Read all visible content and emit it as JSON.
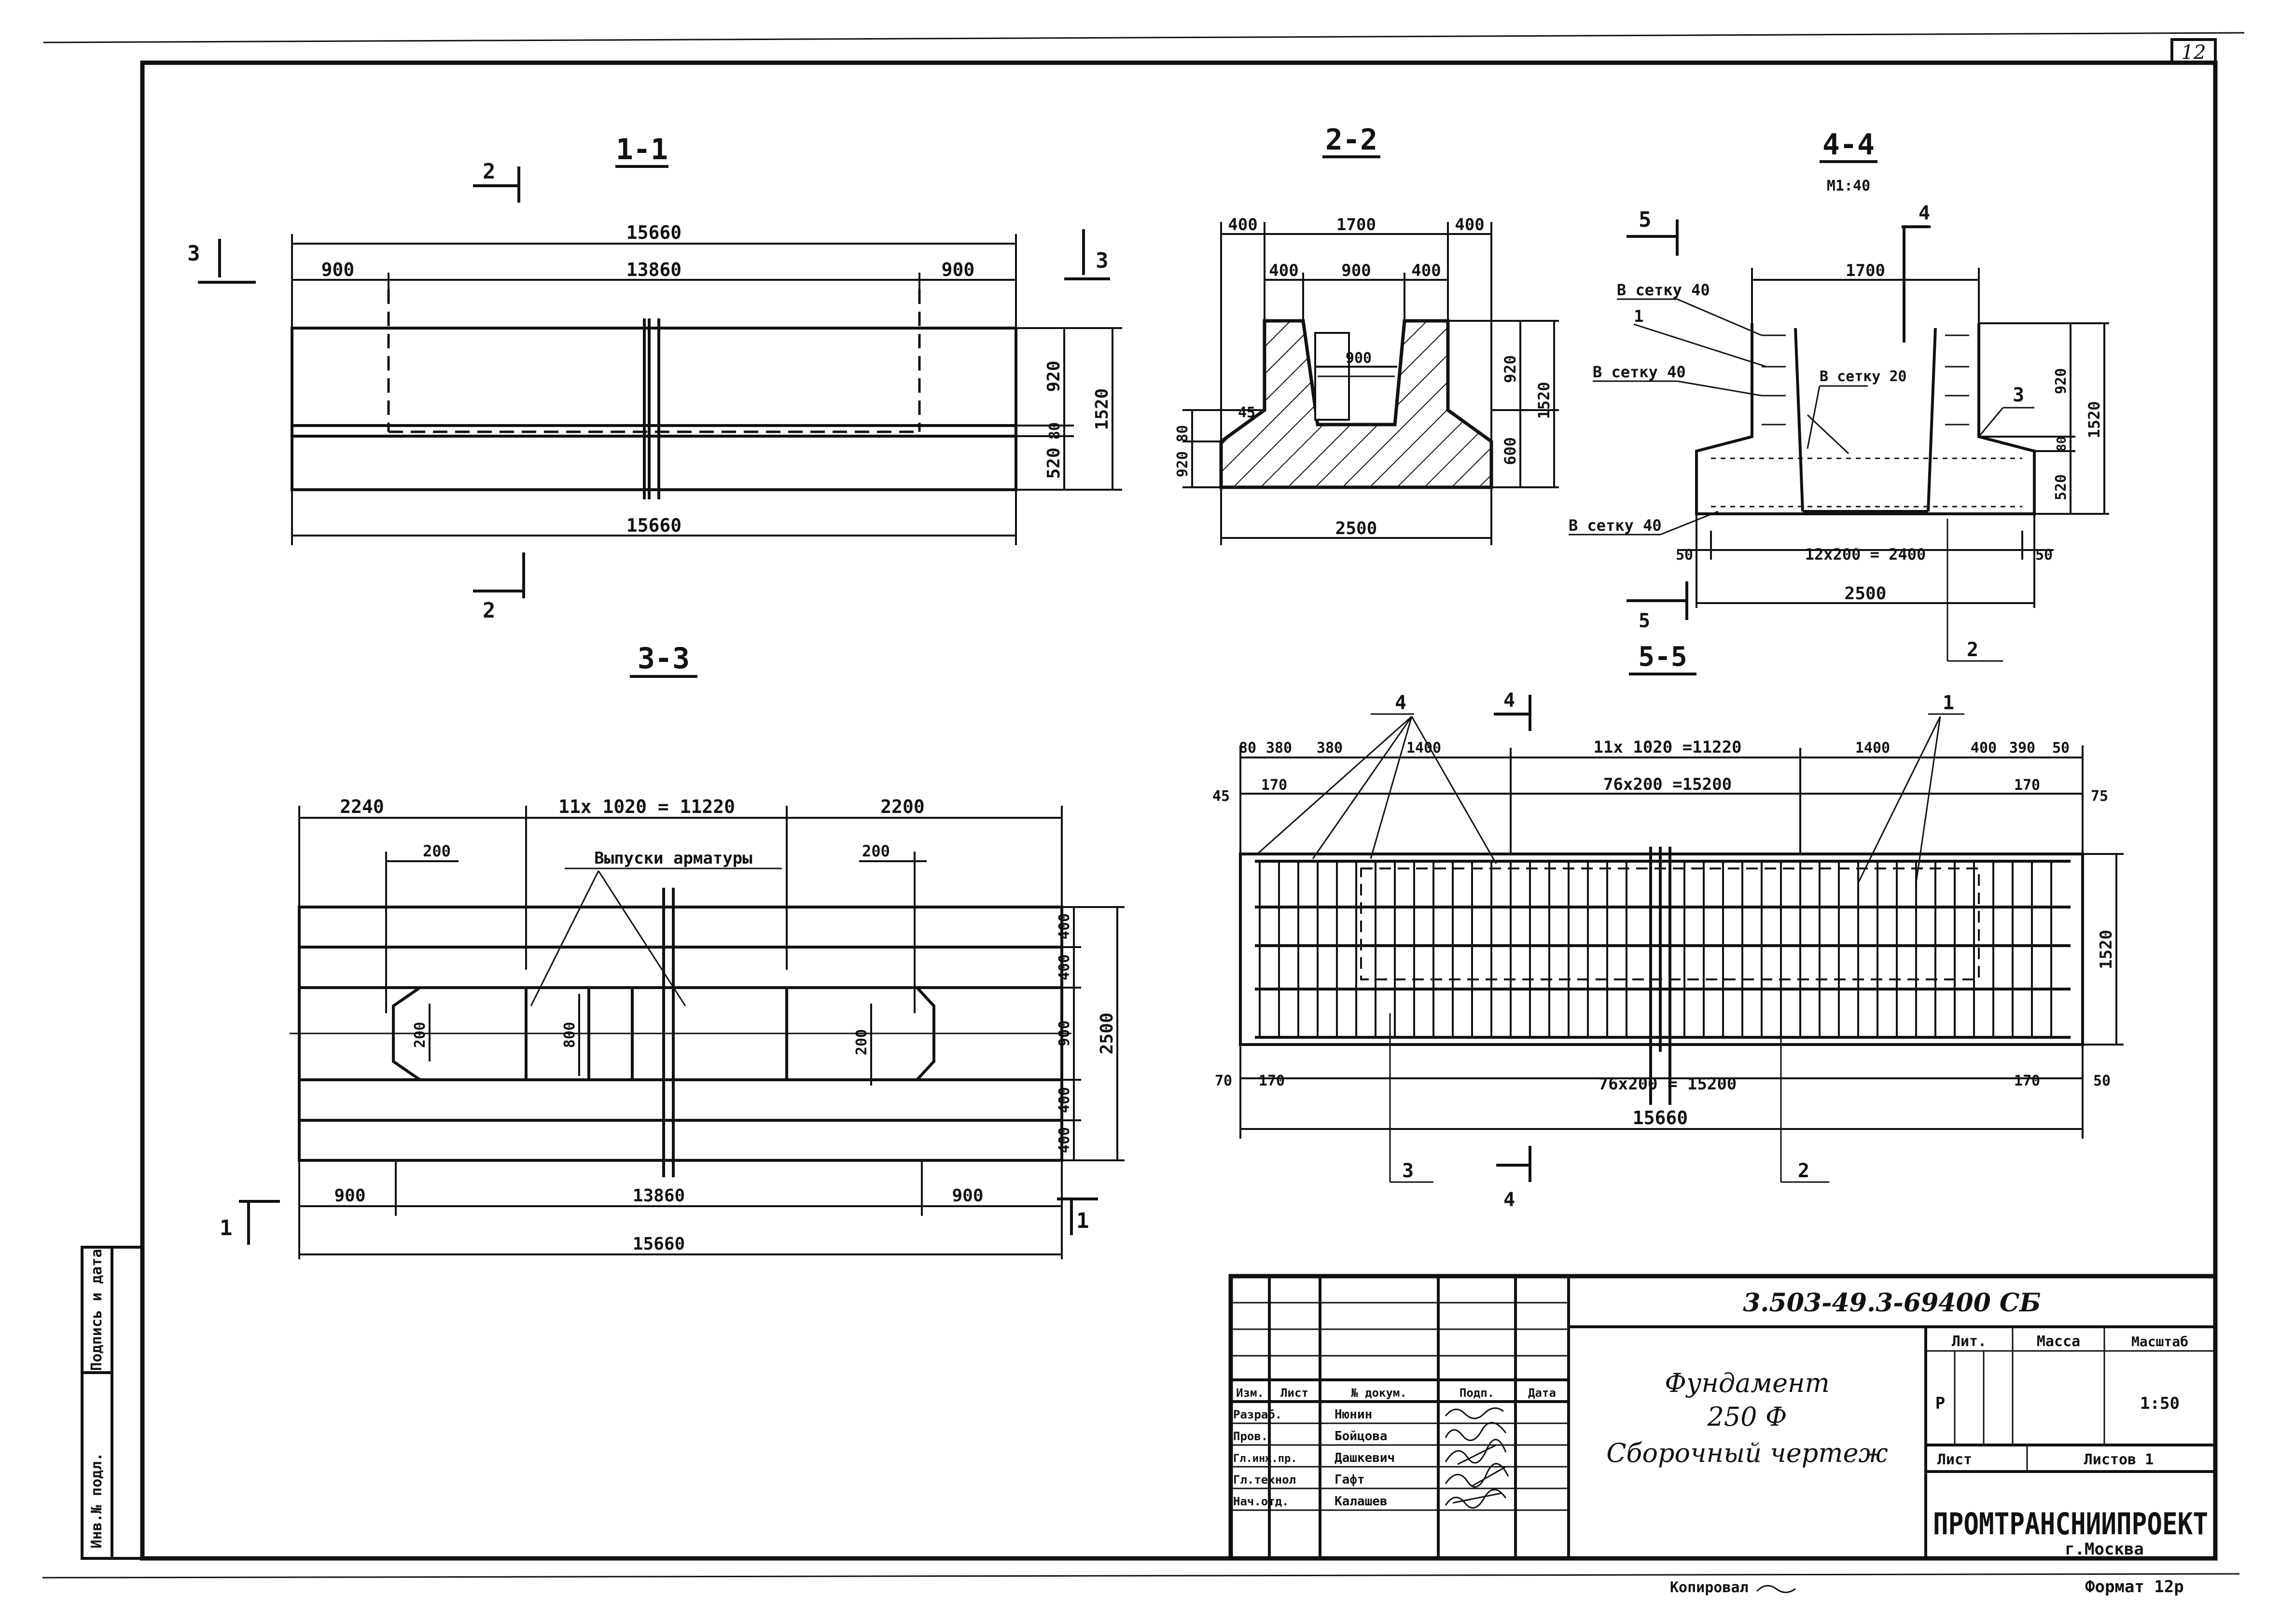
{
  "sheet": {
    "number": "12",
    "format": "Формат 12р",
    "copied_by": "Копировал"
  },
  "sections": {
    "s11": {
      "title": "1-1",
      "dims": {
        "total_top": "15660",
        "left": "900",
        "mid": "13860",
        "right": "900",
        "total_bottom": "15660",
        "h_top": "920",
        "h_mid": "80",
        "h_bot": "520",
        "h_total": "1520"
      },
      "markers": {
        "cut2": "2",
        "cut3": "3"
      }
    },
    "s22": {
      "title": "2-2",
      "dims": {
        "top_l": "400",
        "top_mid": "1700",
        "top_r": "400",
        "in_l": "400",
        "in_mid": "900",
        "in_r": "400",
        "inner_w": "900",
        "slope": "45",
        "left_h": "920 80",
        "h1": "920",
        "h2": "600",
        "h_total": "1520",
        "w_total": "2500"
      }
    },
    "s44": {
      "title": "4-4",
      "scale": "М1:40",
      "dims": {
        "width": "1700",
        "h1": "920",
        "h2": "80",
        "h3": "520",
        "h_total": "1520",
        "edge_l": "50",
        "edge_r": "50",
        "spacing": "12x200 = 2400",
        "w_total": "2500"
      },
      "callouts": {
        "c1": "В сетку 40",
        "c2": "В сетку 40",
        "c3": "В сетку 20",
        "c4": "В сетку 40"
      },
      "markers": {
        "m5a": "5",
        "m5b": "5",
        "pos1": "1",
        "pos2": "2",
        "pos3": "3",
        "pos4": "4"
      }
    },
    "s33": {
      "title": "3-3",
      "dims": {
        "left": "2240",
        "mid": "11x 1020 = 11220",
        "right": "2200",
        "d200a": "200",
        "d200b": "200",
        "r400a": "400",
        "r400b": "400",
        "r900": "900",
        "r400c": "400",
        "r400d": "400",
        "h_total": "2500",
        "inner_200a": "200",
        "inner_800": "800",
        "inner_200b": "200",
        "bot_l": "900",
        "bot_mid": "13860",
        "bot_r": "900",
        "bot_total": "15660"
      },
      "label": "Выпуски арматуры",
      "markers": {
        "m1l": "1",
        "m1r": "1"
      }
    },
    "s55": {
      "title": "5-5",
      "dims": {
        "t80": "80",
        "t380a": "380",
        "t380b": "380",
        "t1400a": "1400",
        "t_mid": "11x 1020 =11220",
        "t1400b": "1400",
        "t400": "400",
        "t390": "390",
        "t50": "50",
        "l45": "45",
        "l170a": "170",
        "l_76": "76x200 =15200",
        "r170": "170",
        "r75": "75",
        "b70": "70",
        "b170": "170",
        "b_76": "76x200 = 15200",
        "b170r": "170",
        "b50": "50",
        "h1520": "1520",
        "total": "15660"
      },
      "markers": {
        "m4top": "4",
        "m4bot": "4",
        "pos4": "4",
        "pos1": "1",
        "pos3": "3",
        "pos2": "2"
      }
    }
  },
  "title_block": {
    "code": "3.503-49.3-69400 СБ",
    "name_line1": "Фундамент",
    "name_line2": "250 Ф",
    "name_line3": "Сборочный  чертеж",
    "header": {
      "izm": "Изм.",
      "list": "Лист",
      "doc": "№ докум.",
      "sign": "Подп.",
      "date": "Дата"
    },
    "rows": [
      {
        "role": "Разраб.",
        "name": "Нюнин"
      },
      {
        "role": "Пров.",
        "name": "Бойцова"
      },
      {
        "role": "Гл.инж.пр.",
        "name": "Дашкевич"
      },
      {
        "role": "Гл.технол",
        "name": "Гафт"
      },
      {
        "role": "Нач.отд.",
        "name": "Калашев"
      }
    ],
    "lit_label": "Лит.",
    "mass_label": "Масса",
    "scale_label": "Масштаб",
    "lit_value": "Р",
    "scale_value": "1:50",
    "sheet_label": "Лист",
    "sheets_label": "Листов 1",
    "org": "ПРОМТРАНСНИИПРОЕКТ",
    "city": "г.Москва"
  },
  "side_stamp": {
    "col1": "Инв.№ подл.",
    "col2": "Подпись и дата"
  }
}
